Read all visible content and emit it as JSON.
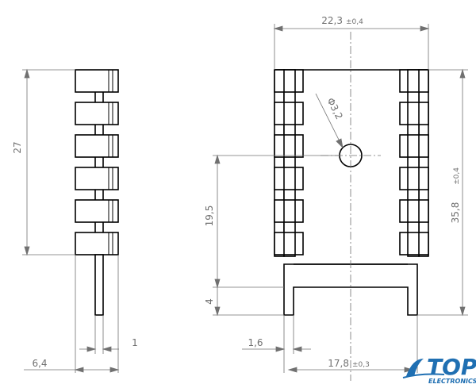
{
  "dimensions": {
    "height_left": "27",
    "width_total_left": "6,4",
    "pin_width": "1",
    "width_top": "22,3",
    "width_top_tol": "±0,4",
    "hole_diameter": "Φ3,2",
    "height_total_right": "35,8",
    "height_total_right_tol": "±0,4",
    "height_hole": "19,5",
    "height_leg": "4",
    "pin_thickness": "1,6",
    "pin_spacing": "17,8",
    "pin_spacing_tol": "±0,3"
  },
  "logo": {
    "main": "TOP",
    "sub": "ELECTRONICS",
    "colors": {
      "primary": "#1f6fb2"
    }
  },
  "colors": {
    "outline": "#000000",
    "dimension": "#707070"
  }
}
